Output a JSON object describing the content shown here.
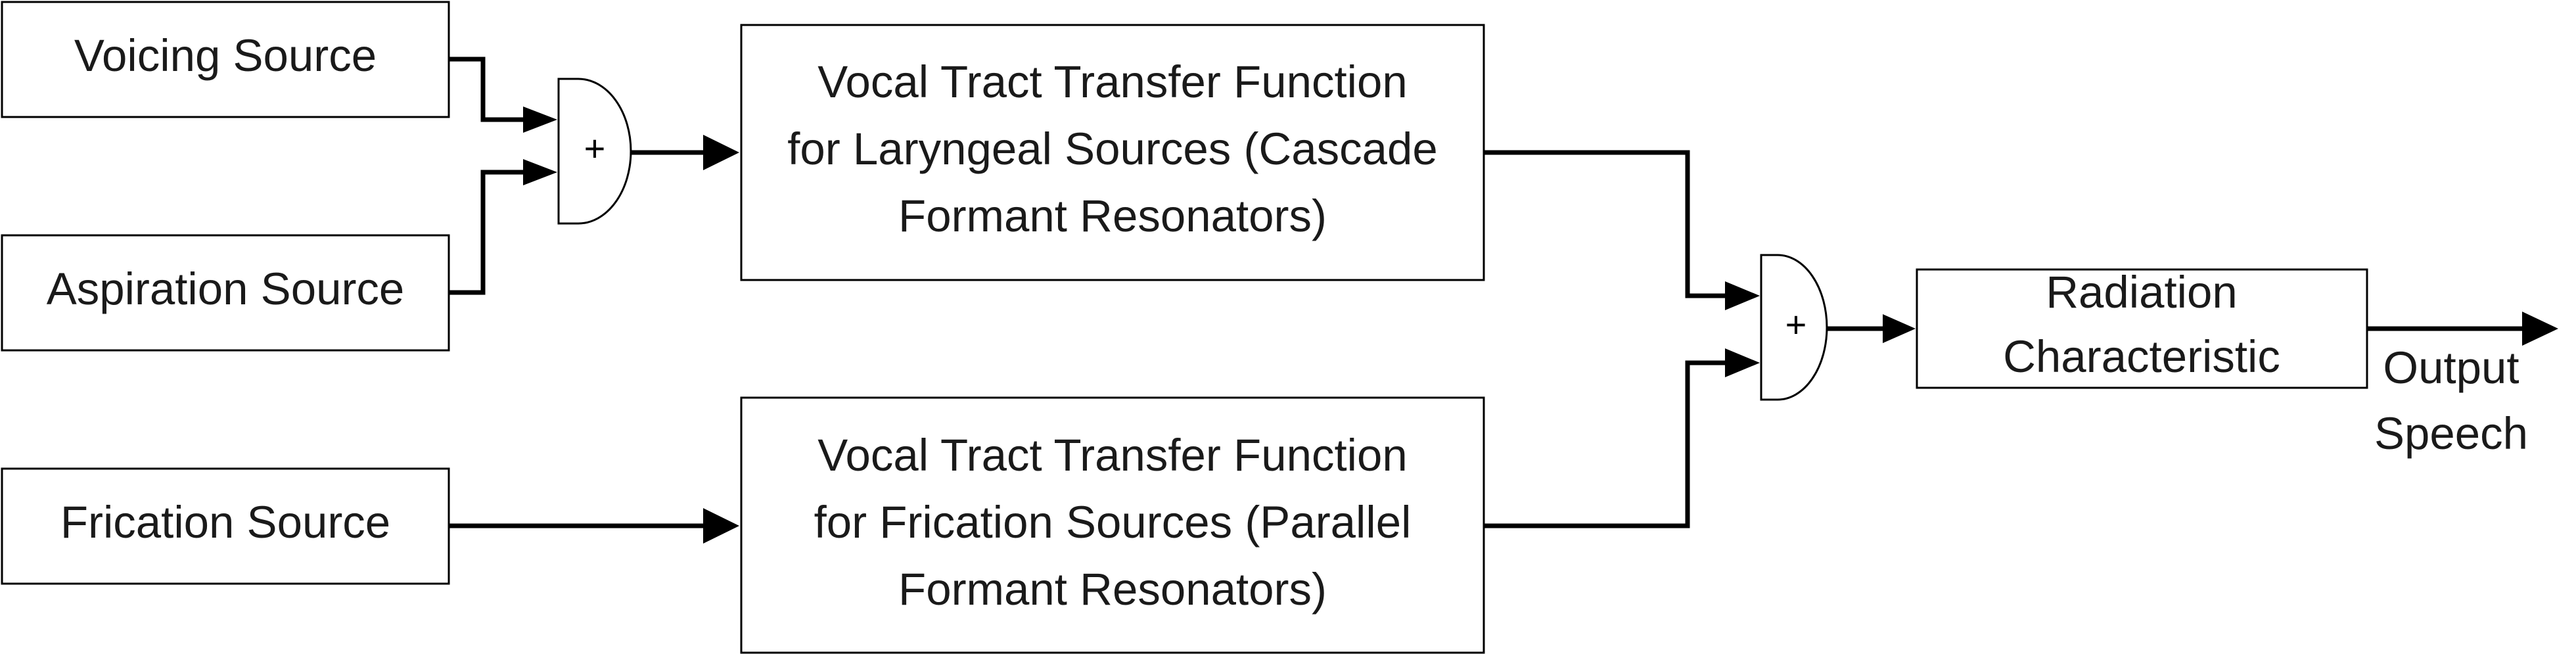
{
  "sources": {
    "voicing": "Voicing Source",
    "aspiration": "Aspiration Source",
    "frication": "Frication Source"
  },
  "adders": {
    "upper_symbol": "+",
    "lower_symbol": "+"
  },
  "filters": {
    "laryngeal": {
      "line1": "Vocal Tract Transfer Function",
      "line2": "for Laryngeal Sources (Cascade",
      "line3": "Formant Resonators)"
    },
    "frication": {
      "line1": "Vocal Tract Transfer Function",
      "line2": "for Frication Sources (Parallel",
      "line3": "Formant Resonators)"
    }
  },
  "radiation": {
    "line1": "Radiation",
    "line2": "Characteristic"
  },
  "output": {
    "line1": "Output",
    "line2": "Speech"
  }
}
